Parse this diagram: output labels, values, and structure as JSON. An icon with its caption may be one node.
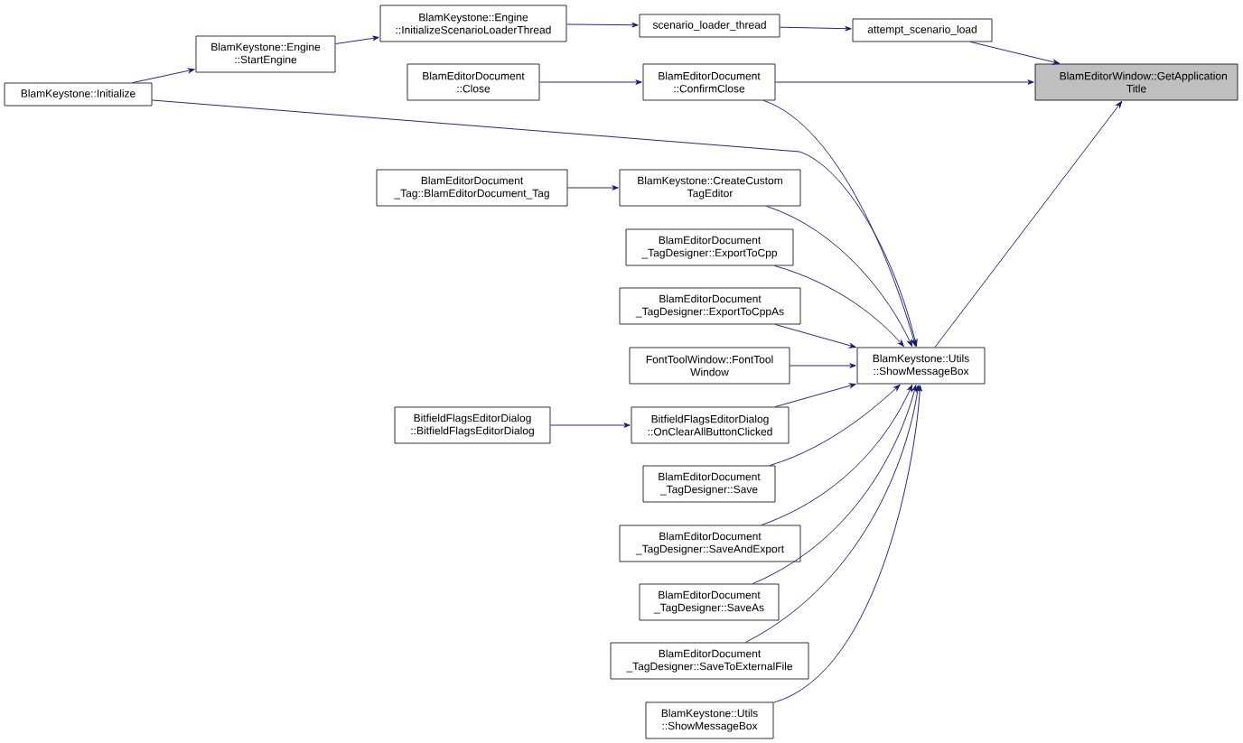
{
  "diagram": {
    "nodes": [
      {
        "text": [
          "BlamKeystone::Initialize"
        ]
      },
      {
        "text": [
          "BlamKeystone::Engine ::StartEngine"
        ]
      },
      {
        "text": [
          "BlamKeystone::Engine ::InitializeScenarioLoaderThread"
        ]
      },
      {
        "text": [
          "scenario_loader_thread"
        ]
      },
      {
        "text": [
          "attempt_scenario_load"
        ]
      },
      {
        "text": [
          "BlamEditorWindow::GetApplication Title"
        ]
      },
      {
        "text": [
          "BlamEditorDocument ::Close"
        ]
      },
      {
        "text": [
          "BlamEditorDocument ::ConfirmClose"
        ]
      },
      {
        "text": [
          "BlamEditorDocument _Tag::BlamEditorDocument_Tag"
        ]
      },
      {
        "text": [
          "BlamKeystone::CreateCustom TagEditor"
        ]
      },
      {
        "text": [
          "BlamEditorDocument _TagDesigner::ExportToCpp"
        ]
      },
      {
        "text": [
          "BlamEditorDocument _TagDesigner::ExportToCppAs"
        ]
      },
      {
        "text": [
          "FontToolWindow::FontTool Window"
        ]
      },
      {
        "text": [
          "BlamKeystone::Utils ::ShowMessageBox"
        ]
      },
      {
        "text": [
          "BitfieldFlagsEditorDialog ::BitfieldFlagsEditorDialog"
        ]
      },
      {
        "text": [
          "BitfieldFlagsEditorDialog ::OnClearAllButtonClicked"
        ]
      },
      {
        "text": [
          "BlamEditorDocument _TagDesigner::Save"
        ]
      },
      {
        "text": [
          "BlamEditorDocument _TagDesigner::SaveAndExport"
        ]
      },
      {
        "text": [
          "BlamEditorDocument _TagDesigner::SaveAs"
        ]
      },
      {
        "text": [
          "BlamEditorDocument _TagDesigner::SaveToExternalFile"
        ]
      },
      {
        "text": [
          "BlamKeystone::Utils ::ShowMessageBox"
        ]
      }
    ],
    "edges": [
      {
        "from": 0,
        "to": 1,
        "arrow": "to"
      },
      {
        "from": 1,
        "to": 2,
        "arrow": "to"
      },
      {
        "from": 2,
        "to": 3,
        "arrow": "to"
      },
      {
        "from": 3,
        "to": 4,
        "arrow": "to"
      },
      {
        "from": 4,
        "to": 5,
        "arrow": "to"
      },
      {
        "from": 6,
        "to": 7,
        "arrow": "to"
      },
      {
        "from": 7,
        "to": 5,
        "arrow": "to"
      },
      {
        "from": 13,
        "to": 5,
        "arrow": "to"
      },
      {
        "from": 0,
        "to": 13,
        "arrow": "to"
      },
      {
        "from": 7,
        "to": 13,
        "arrow": "to"
      },
      {
        "from": 8,
        "to": 9,
        "arrow": "to"
      },
      {
        "from": 9,
        "to": 13,
        "arrow": "to"
      },
      {
        "from": 10,
        "to": 13,
        "arrow": "to"
      },
      {
        "from": 11,
        "to": 13,
        "arrow": "to"
      },
      {
        "from": 12,
        "to": 13,
        "arrow": "to"
      },
      {
        "from": 14,
        "to": 15,
        "arrow": "to"
      },
      {
        "from": 15,
        "to": 13,
        "arrow": "to"
      },
      {
        "from": 16,
        "to": 13,
        "arrow": "to"
      },
      {
        "from": 17,
        "to": 13,
        "arrow": "to"
      },
      {
        "from": 18,
        "to": 13,
        "arrow": "to"
      },
      {
        "from": 19,
        "to": 13,
        "arrow": "to"
      },
      {
        "from": 20,
        "to": 13,
        "arrow": "to"
      }
    ]
  }
}
